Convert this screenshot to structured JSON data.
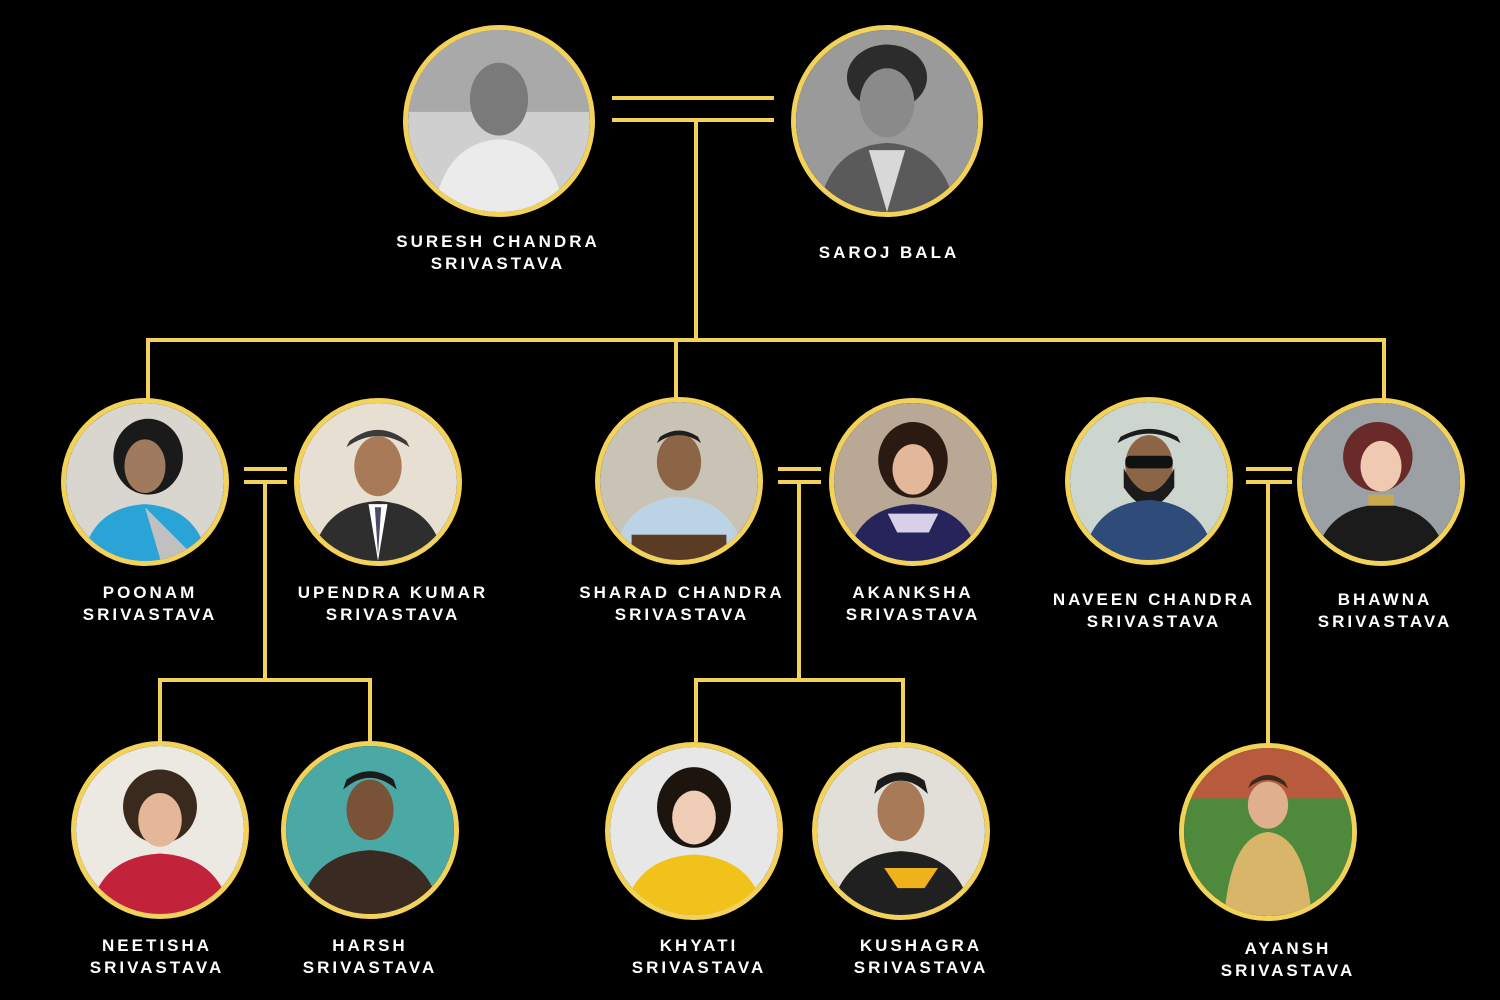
{
  "colors": {
    "background": "#000000",
    "connector": "#f3d25a",
    "text": "#ffffff"
  },
  "people": [
    {
      "id": "suresh",
      "name_line1": "SURESH CHANDRA",
      "name_line2": "SRIVASTAVA",
      "photo_style": "bw"
    },
    {
      "id": "saroj",
      "name_line1": "SAROJ BALA",
      "name_line2": "",
      "photo_style": "bw"
    },
    {
      "id": "poonam",
      "name_line1": "POONAM",
      "name_line2": "SRIVASTAVA",
      "photo_style": "color"
    },
    {
      "id": "upendra",
      "name_line1": "UPENDRA KUMAR",
      "name_line2": "SRIVASTAVA",
      "photo_style": "color"
    },
    {
      "id": "sharad",
      "name_line1": "SHARAD CHANDRA",
      "name_line2": "SRIVASTAVA",
      "photo_style": "color"
    },
    {
      "id": "akanksha",
      "name_line1": "AKANKSHA",
      "name_line2": "SRIVASTAVA",
      "photo_style": "color"
    },
    {
      "id": "naveen",
      "name_line1": "NAVEEN CHANDRA",
      "name_line2": "SRIVASTAVA",
      "photo_style": "color"
    },
    {
      "id": "bhawna",
      "name_line1": "BHAWNA",
      "name_line2": "SRIVASTAVA",
      "photo_style": "color"
    },
    {
      "id": "neetisha",
      "name_line1": "NEETISHA",
      "name_line2": "SRIVASTAVA",
      "photo_style": "color"
    },
    {
      "id": "harsh",
      "name_line1": "HARSH",
      "name_line2": "SRIVASTAVA",
      "photo_style": "color"
    },
    {
      "id": "khyati",
      "name_line1": "KHYATI",
      "name_line2": "SRIVASTAVA",
      "photo_style": "color"
    },
    {
      "id": "kushagra",
      "name_line1": "KUSHAGRA",
      "name_line2": "SRIVASTAVA",
      "photo_style": "color"
    },
    {
      "id": "ayansh",
      "name_line1": "AYANSH",
      "name_line2": "SRIVASTAVA",
      "photo_style": "color"
    }
  ]
}
